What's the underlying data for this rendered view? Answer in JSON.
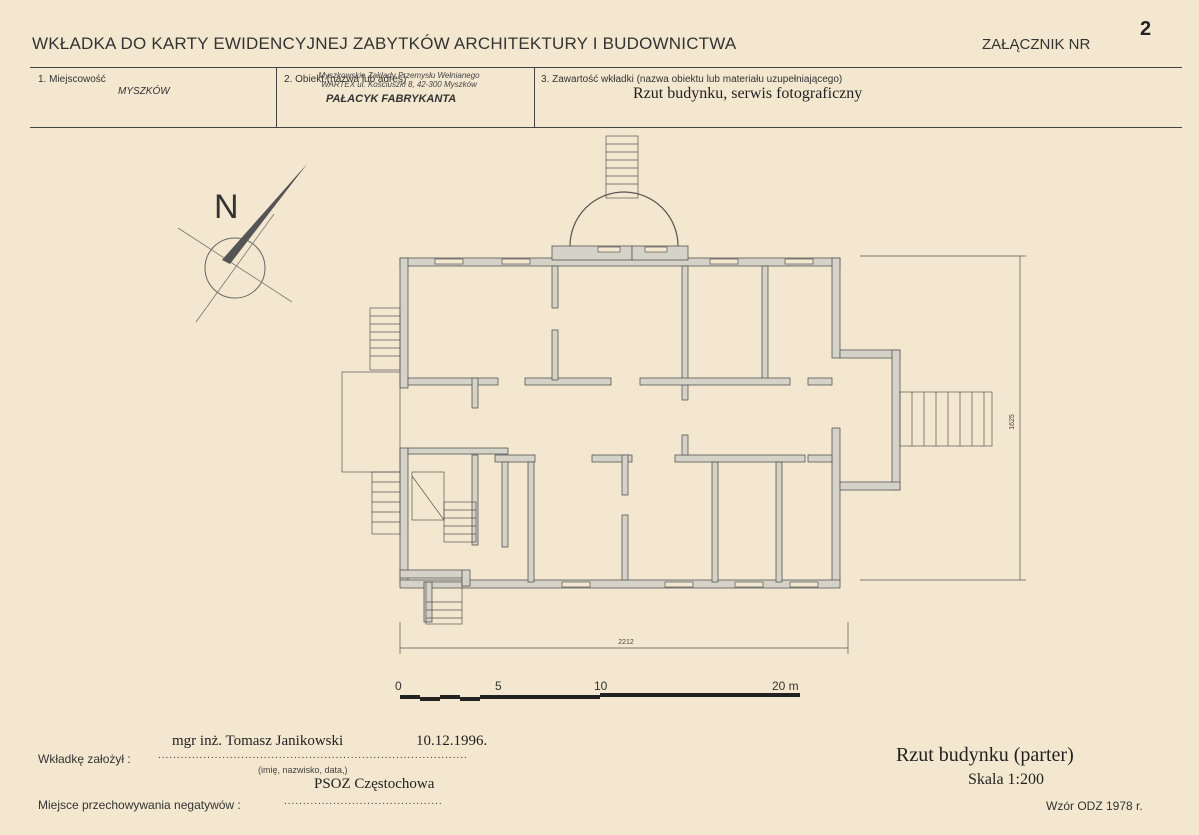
{
  "header": {
    "title": "WKŁADKA DO KARTY EWIDENCYJNEJ ZABYTKÓW ARCHITEKTURY I BUDOWNICTWA",
    "attachment_label": "ZAŁĄCZNIK NR",
    "attachment_number": "2"
  },
  "fields": {
    "locality_label": "1. Miejscowość",
    "locality_value": "MYSZKÓW",
    "object_label": "2. Obiekt (nazwa lub adres)",
    "object_stamp_line1": "Myszkowskie Zakłady Przemysłu Wełnianego",
    "object_stamp_line2": "WARTEX ul. Kościuszki 8, 42-300 Myszków",
    "object_value": "PAŁACYK FABRYKANTA",
    "contents_label": "3. Zawartość wkładki (nazwa obiektu lub materiału uzupełniającego)",
    "contents_value": "Rzut budynku, serwis fotograficzny"
  },
  "plan": {
    "north_label": "N",
    "dim_width": "2212",
    "dim_height": "1625",
    "scale_ticks": [
      "0",
      "5",
      "10",
      "20 m"
    ]
  },
  "footer": {
    "author_typed": "mgr inż. Tomasz Janikowski",
    "author_date": "10.12.1996.",
    "author_label": "Wkładkę założył :",
    "author_dots": "..................................................................................",
    "author_hint": "(imię, nazwisko, data,)",
    "institution": "PSOZ Częstochowa",
    "negatives_label": "Miejsce przechowywania negatywów :",
    "negatives_dots": "..........................................",
    "caption_title": "Rzut budynku (parter)",
    "caption_scale": "Skala 1:200",
    "form_code": "Wzór ODZ 1978 r."
  }
}
